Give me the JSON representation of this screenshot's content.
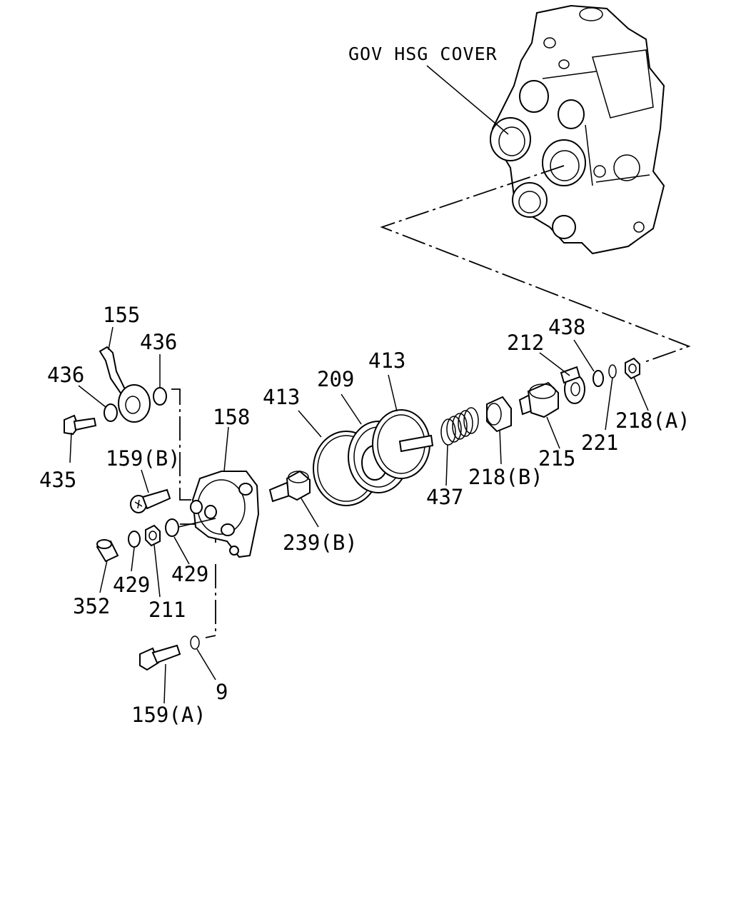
{
  "title": "GOV HSG COVER",
  "labels": {
    "p155": "155",
    "p436a": "436",
    "p436b": "436",
    "p435": "435",
    "p158": "158",
    "p159b": "159(B)",
    "p352": "352",
    "p429a": "429",
    "p211": "211",
    "p429b": "429",
    "p9": "9",
    "p159a": "159(A)",
    "p239b": "239(B)",
    "p413a": "413",
    "p209": "209",
    "p413b": "413",
    "p437": "437",
    "p218b": "218(B)",
    "p215": "215",
    "p212": "212",
    "p438": "438",
    "p221": "221",
    "p218a": "218(A)"
  }
}
